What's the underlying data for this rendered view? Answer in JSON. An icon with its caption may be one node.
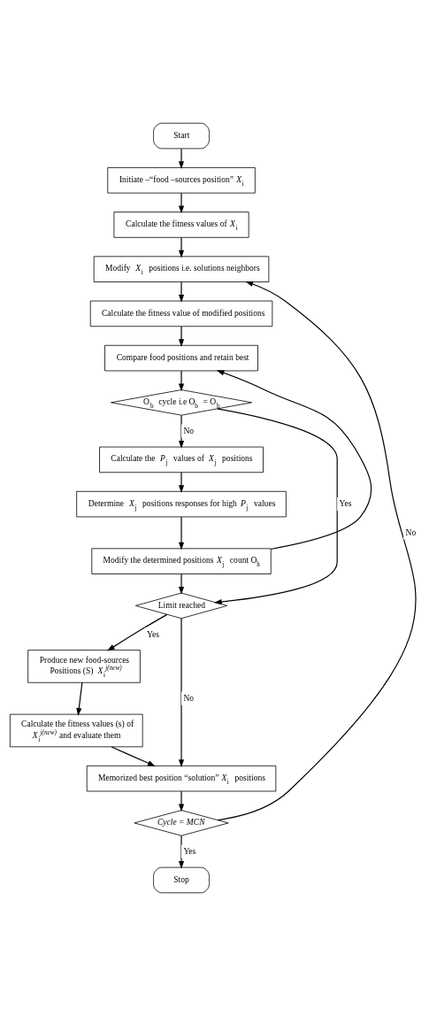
{
  "diagram": {
    "nodes": [
      {
        "text": [
          "Start"
        ]
      },
      {
        "text": [
          "Initiate –“food –sources position” *X*$_{i}$"
        ]
      },
      {
        "text": [
          "Calculate the fitness values of *X*$_{i}$"
        ]
      },
      {
        "text": [
          "Modify *X*$_{i}$ positions i.e. solutions neighbors"
        ]
      },
      {
        "text": [
          "Calculate the fitness value of modified positions"
        ]
      },
      {
        "text": [
          "Compare food positions and retain best"
        ]
      },
      {
        "text": [
          "O$_{b}$ cycle i.e O$_{b}$ = O$_{b}$"
        ]
      },
      {
        "text": [
          "Calculate the *P*$_{j}$ values of *X*$_{j}$ positions"
        ]
      },
      {
        "text": [
          "Determine *X*$_{j}$ positions responses for high *P*$_{j}$ values"
        ]
      },
      {
        "text": [
          "Modify the determined positions *X*$_{j}$ count O$_{h}$"
        ]
      },
      {
        "text": [
          "Limit reached"
        ]
      },
      {
        "text": [
          "Produce new food-sources Positions (S) *X*$_{i}$$^{j(new)}$"
        ]
      },
      {
        "text": [
          "Calculate the fitness values (s) of *X*$_{i}$$^{j(new)}$ and evaluate them"
        ]
      },
      {
        "text": [
          "Memorized best position “solution” *X*$_{i}$ positions"
        ]
      },
      {
        "text": [
          "Cycle = MCN"
        ]
      },
      {
        "text": [
          "Stop"
        ]
      }
    ],
    "edges": [
      {
        "from": 0,
        "to": 1,
        "arrow": "to"
      },
      {
        "from": 1,
        "to": 2,
        "arrow": "to"
      },
      {
        "from": 2,
        "to": 3,
        "arrow": "to"
      },
      {
        "from": 3,
        "to": 4,
        "arrow": "to"
      },
      {
        "from": 4,
        "to": 5,
        "arrow": "to"
      },
      {
        "from": 5,
        "to": 6,
        "arrow": "to"
      },
      {
        "from": 6,
        "to": 10,
        "arrow": "to",
        "label": "Yes"
      },
      {
        "from": 6,
        "to": 7,
        "arrow": "to",
        "label": "No"
      },
      {
        "from": 7,
        "to": 8,
        "arrow": "to"
      },
      {
        "from": 8,
        "to": 9,
        "arrow": "to"
      },
      {
        "from": 9,
        "to": 10,
        "arrow": "to"
      },
      {
        "from": 9,
        "to": 5,
        "arrow": "to"
      },
      {
        "from": 10,
        "to": 11,
        "arrow": "to",
        "label": "Yes"
      },
      {
        "from": 11,
        "to": 12,
        "arrow": "to"
      },
      {
        "from": 12,
        "to": 13,
        "arrow": "to"
      },
      {
        "from": 10,
        "to": 13,
        "arrow": "to",
        "label": "No"
      },
      {
        "from": 13,
        "to": 14,
        "arrow": "to"
      },
      {
        "from": 14,
        "to": 3,
        "arrow": "to",
        "label": "No"
      },
      {
        "from": 14,
        "to": 15,
        "arrow": "to",
        "label": "Yes"
      }
    ]
  }
}
